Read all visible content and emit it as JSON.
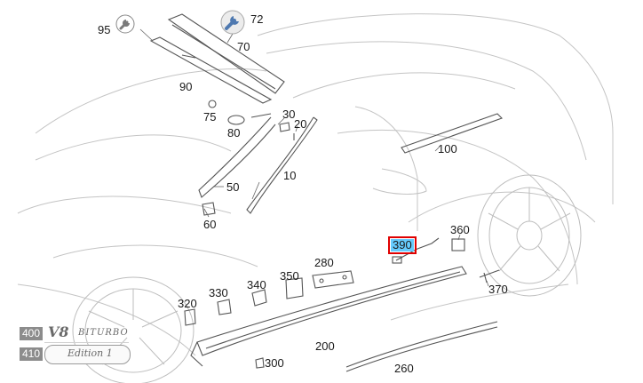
{
  "callouts": {
    "p95": "95",
    "p72": "72",
    "p70": "70",
    "p90": "90",
    "p75": "75",
    "p80": "80",
    "p30": "30",
    "p20": "20",
    "p50": "50",
    "p10": "10",
    "p60": "60",
    "p100": "100",
    "p390": "390",
    "p360": "360",
    "p280": "280",
    "p340": "340",
    "p350": "350",
    "p330": "330",
    "p320": "320",
    "p370": "370",
    "p200": "200",
    "p300": "300",
    "p260": "260",
    "p400": "400",
    "p410": "410"
  },
  "badges": {
    "v8": "V8",
    "biturbo": "BITURBO",
    "edition": "Edition 1"
  },
  "selected_part": "390",
  "colors": {
    "line": "#b9b9b9",
    "part": "#555555",
    "highlight": "#66ccff",
    "selection_border": "#e00000",
    "label_box": "#8c8c8c"
  },
  "icons": {
    "tool_left": "wrench-icon",
    "tool_right": "wrench-icon"
  }
}
